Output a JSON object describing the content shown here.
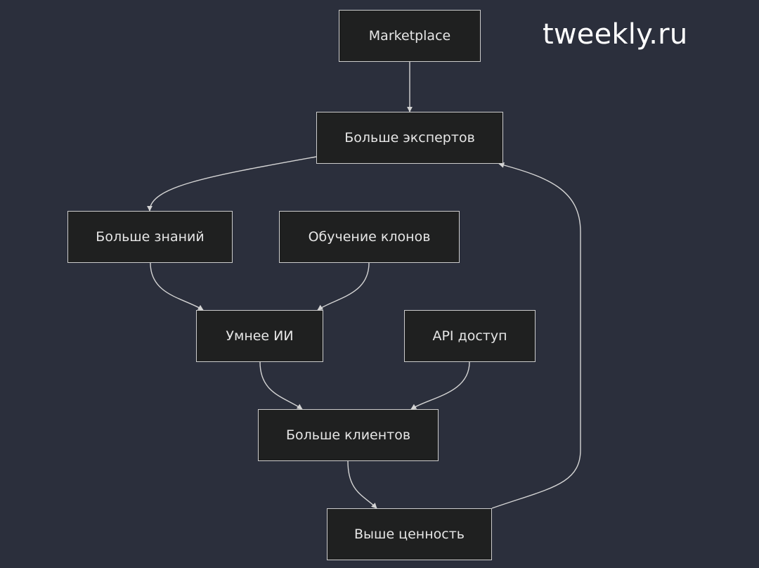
{
  "watermark": "tweekly.ru",
  "nodes": {
    "marketplace": "Marketplace",
    "more_experts": "Больше экспертов",
    "more_knowledge": "Больше знаний",
    "clone_training": "Обучение клонов",
    "smarter_ai": "Умнее ИИ",
    "api_access": "API доступ",
    "more_clients": "Больше клиентов",
    "higher_value": "Выше ценность"
  },
  "colors": {
    "background": "#2b2f3c",
    "node_fill": "#1f2020",
    "node_border": "#cccccc",
    "text": "#e6e6e6",
    "edge": "#d4d4d4"
  }
}
